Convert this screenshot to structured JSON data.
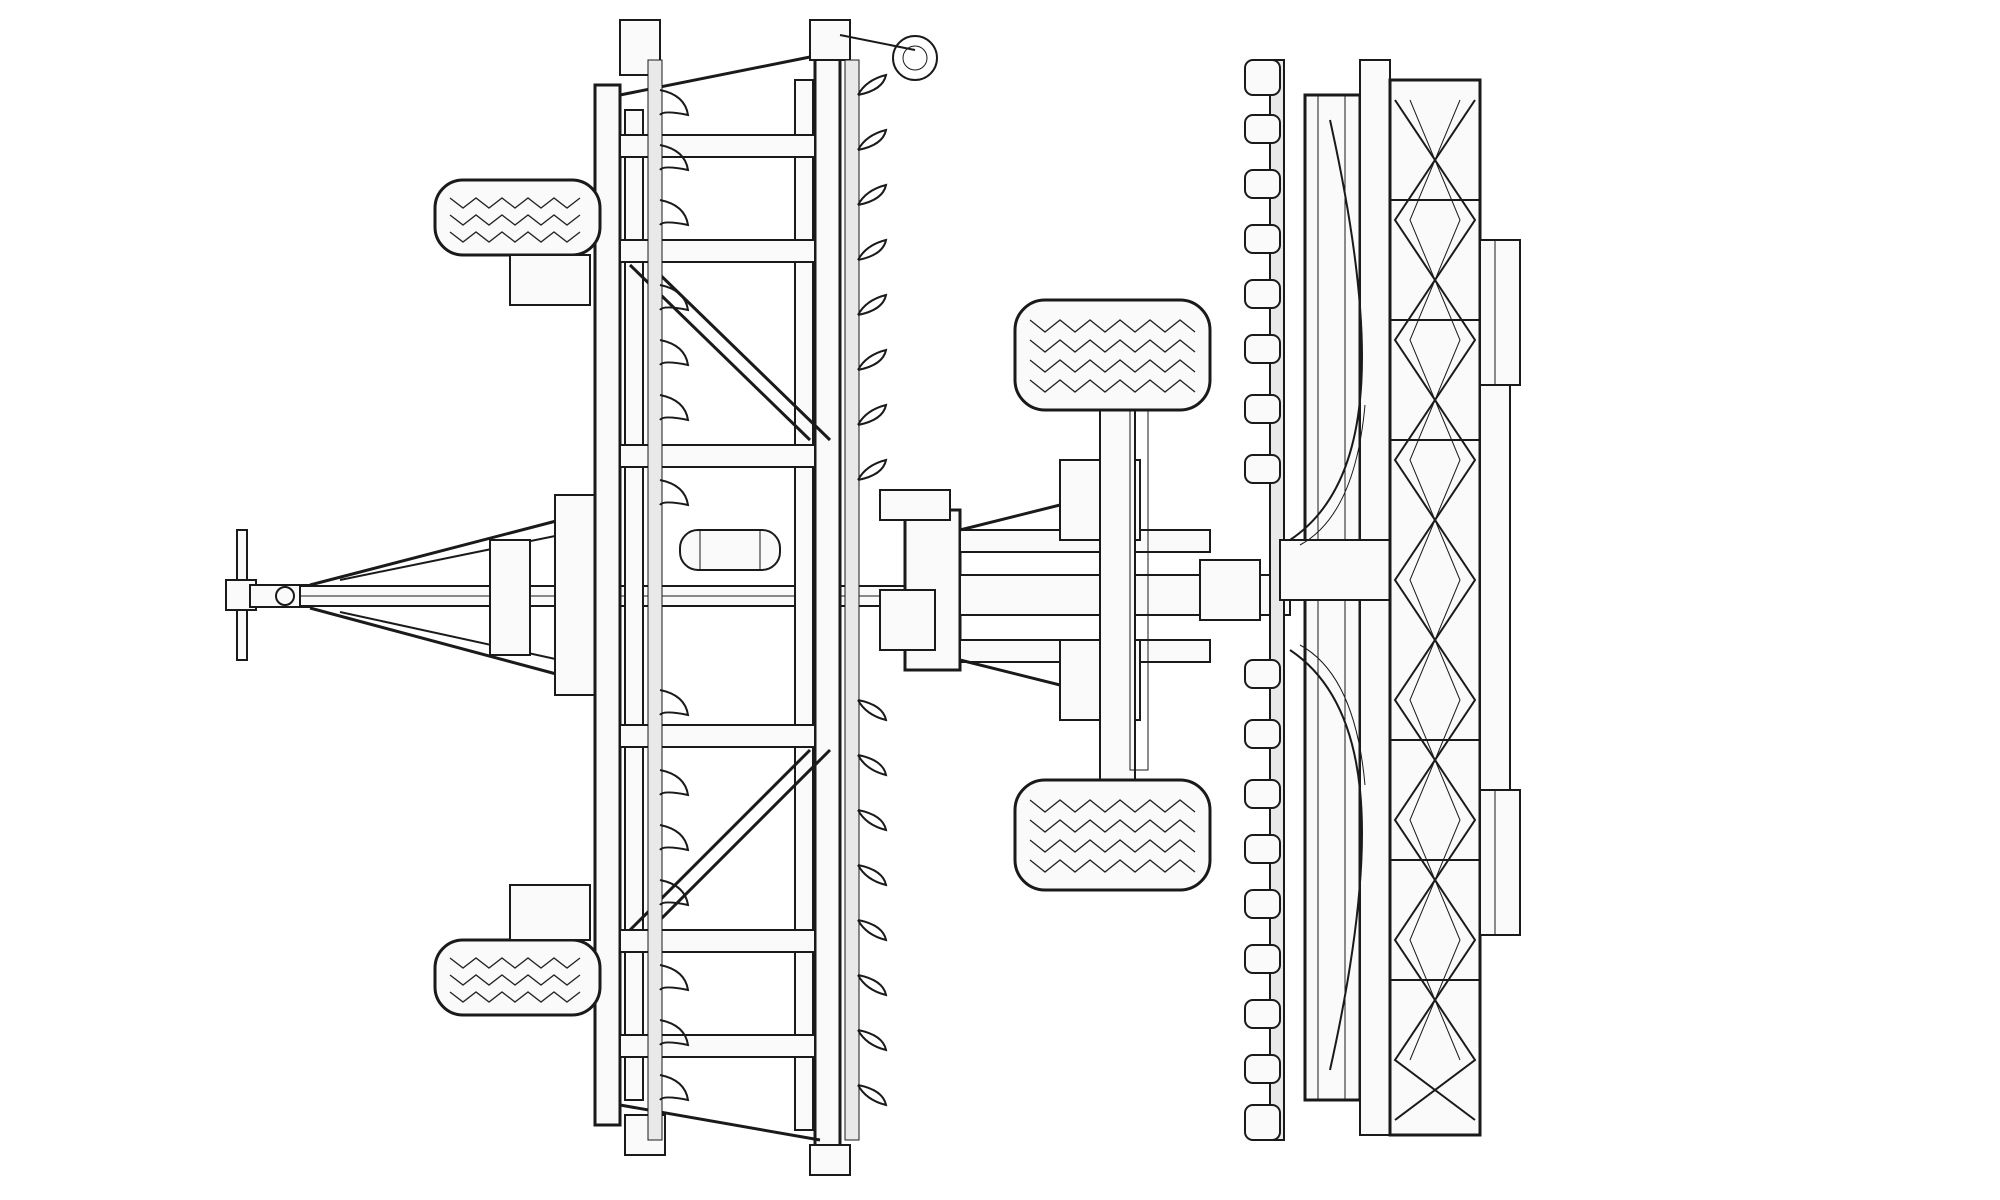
{
  "drawing": {
    "view": "top",
    "style": "wireframe line drawing",
    "background": "#ffffff",
    "line_color": "#1a1a1a",
    "components": [
      "drawbar",
      "hitch",
      "disc-harrow-frame",
      "disc-gangs",
      "gauge-wheels",
      "transport-wheels",
      "packer-roller",
      "cage-roller",
      "hydraulic-tank"
    ]
  }
}
